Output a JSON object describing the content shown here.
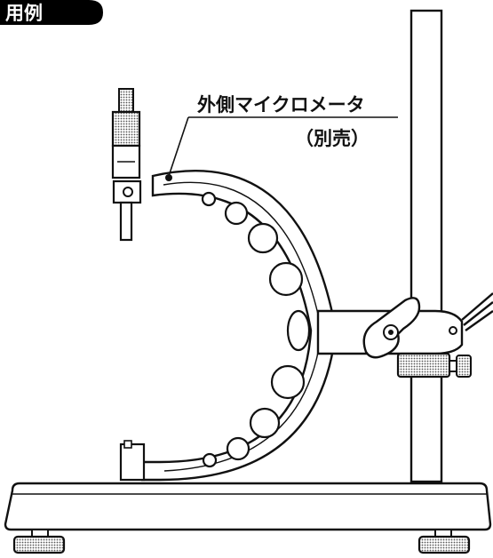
{
  "badge": {
    "text": "用例",
    "bg": "#000000",
    "fg": "#ffffff"
  },
  "callout": {
    "line1": "外側マイクロメータ",
    "line2": "（別売）"
  },
  "colors": {
    "stroke": "#111111",
    "fill": "#ffffff",
    "knurl": "#bdbdbd",
    "mid": "#e6e6e6"
  },
  "icons": [
    "micrometer-icon",
    "stand-icon",
    "wing-bolt-icon",
    "knurled-knob-icon",
    "leveling-foot-icon"
  ]
}
